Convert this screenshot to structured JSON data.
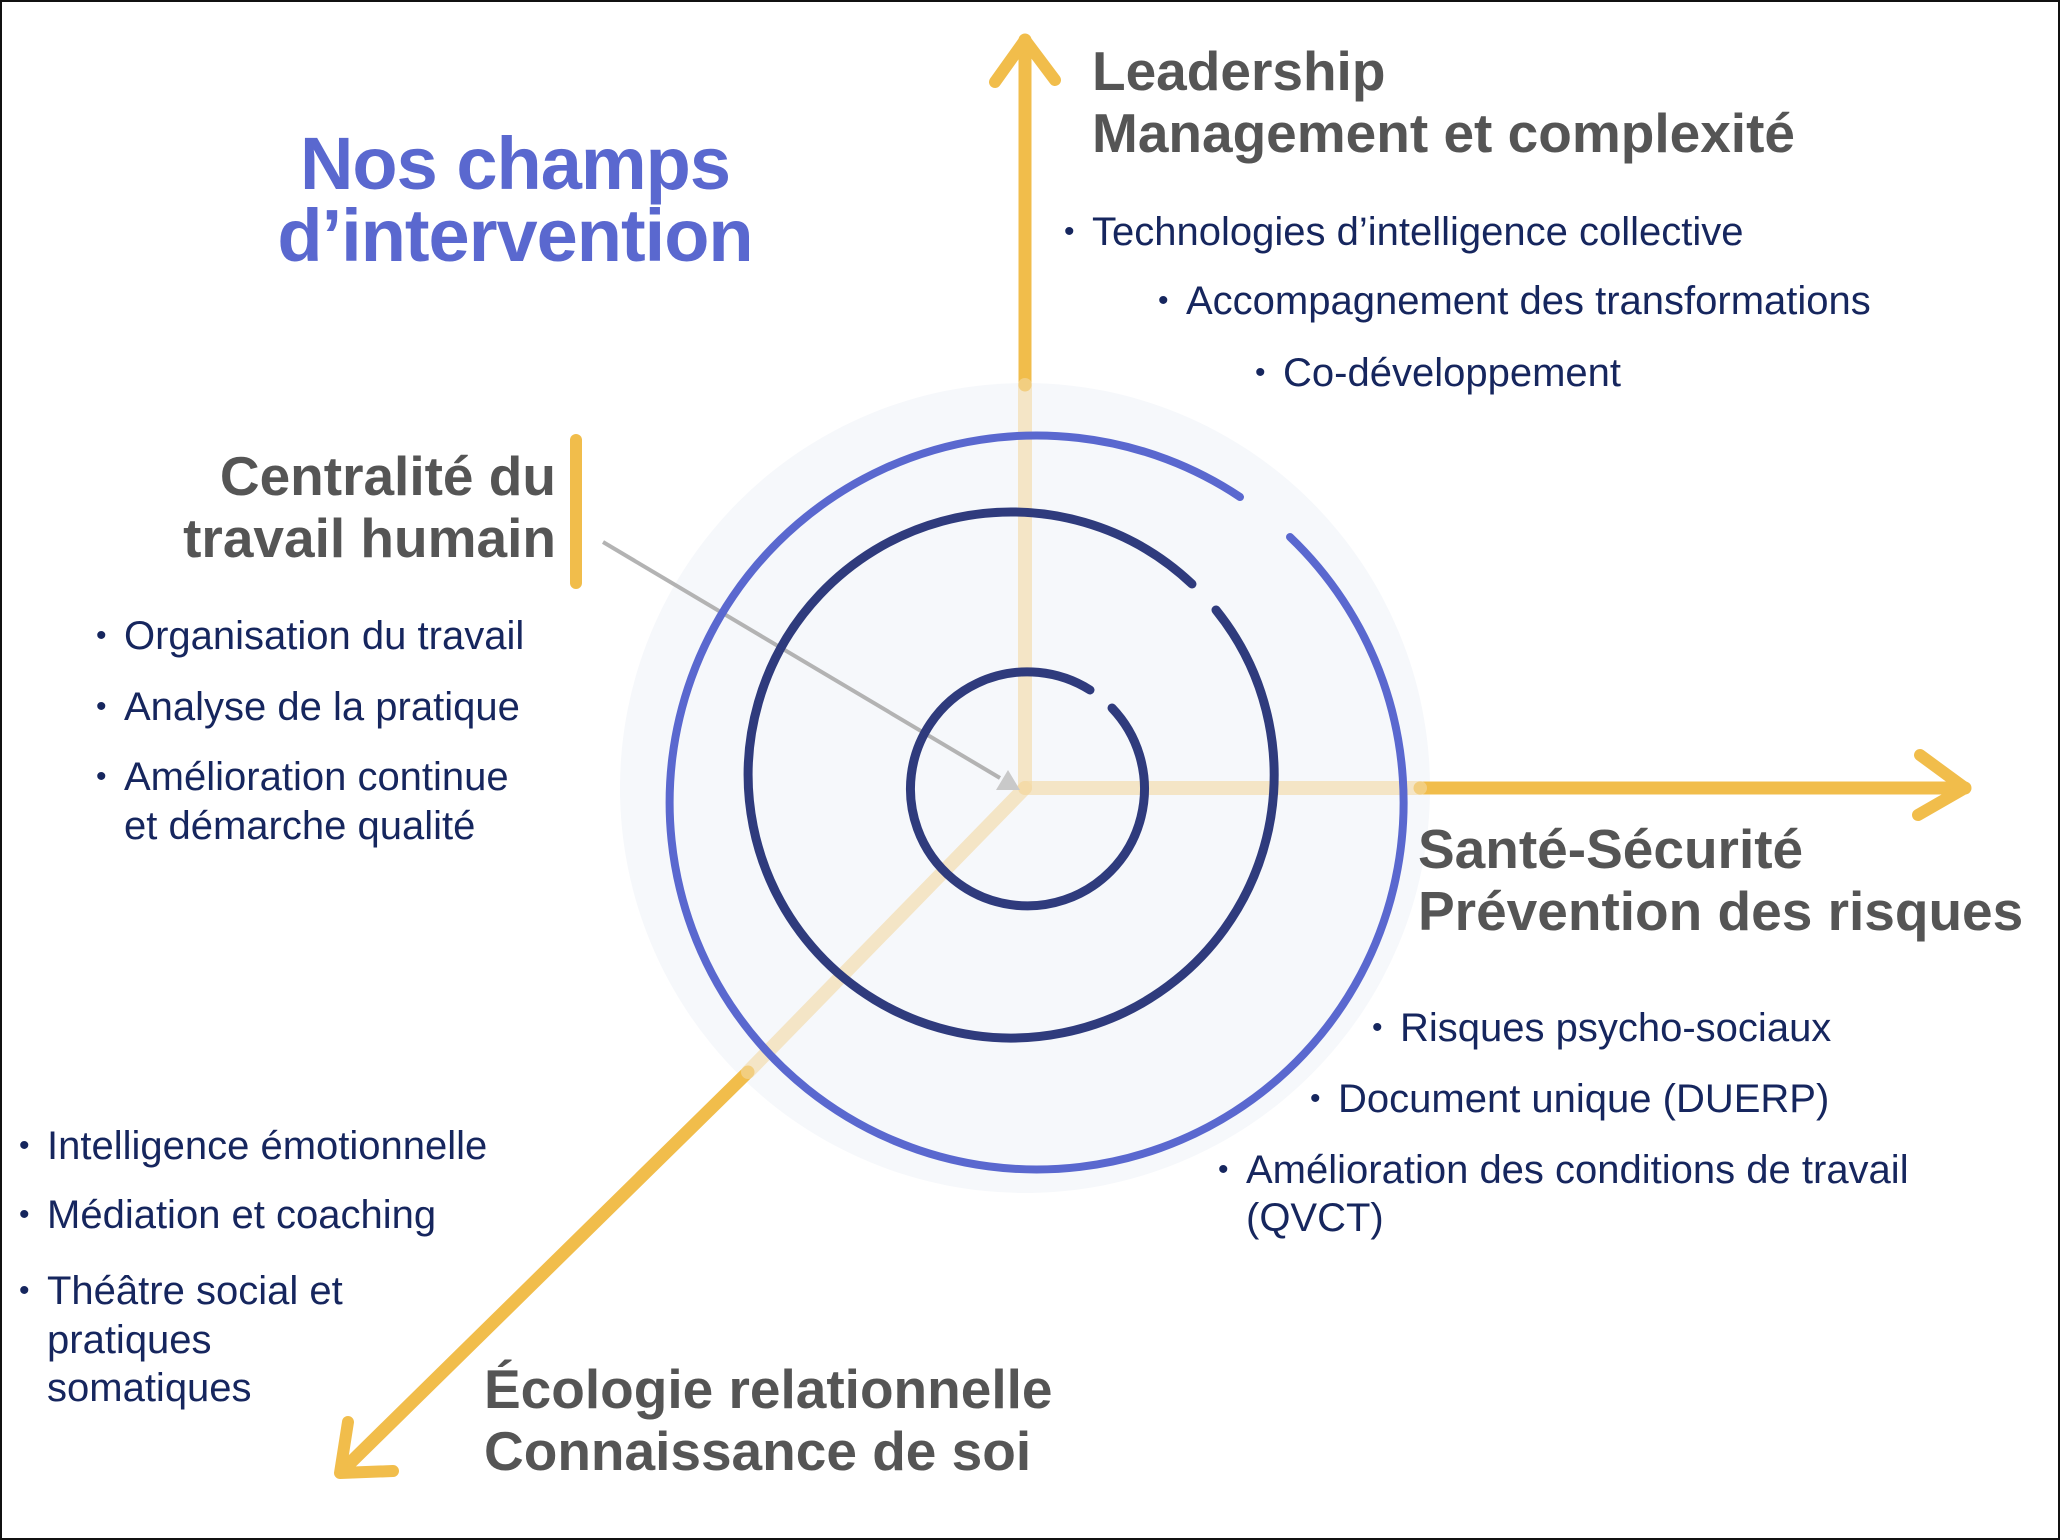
{
  "title": {
    "line1": "Nos champs",
    "line2": "d’intervention"
  },
  "axes": {
    "leadership": {
      "line1": "Leadership",
      "line2": "Management et complexité",
      "items": [
        "Technologies d’intelligence collective",
        "Accompagnement des transformations",
        "Co-développement"
      ]
    },
    "centralite": {
      "line1": "Centralité du",
      "line2": "travail humain",
      "items": [
        "Organisation du travail",
        "Analyse de la pratique",
        "Amélioration continue",
        "et démarche qualité"
      ]
    },
    "sante": {
      "line1": "Santé-Sécurité",
      "line2": "Prévention des risques",
      "items": [
        "Risques psycho-sociaux",
        "Document unique (DUERP)",
        "Amélioration des conditions de travail",
        "(QVCT)"
      ]
    },
    "ecologie": {
      "line1": "Écologie relationnelle",
      "line2": "Connaissance de soi",
      "items": [
        "Intelligence émotionnelle",
        "Médiation et coaching",
        "Théâtre social et",
        "pratiques",
        "somatiques"
      ]
    }
  },
  "colors": {
    "title": "#5a68cf",
    "heading": "#555555",
    "item_text": "#16265e",
    "axis_gold": "#f1bd4b",
    "outer_ring": "#5a68cf",
    "inner_rings": "#2f3b7d"
  },
  "bullet": "•"
}
